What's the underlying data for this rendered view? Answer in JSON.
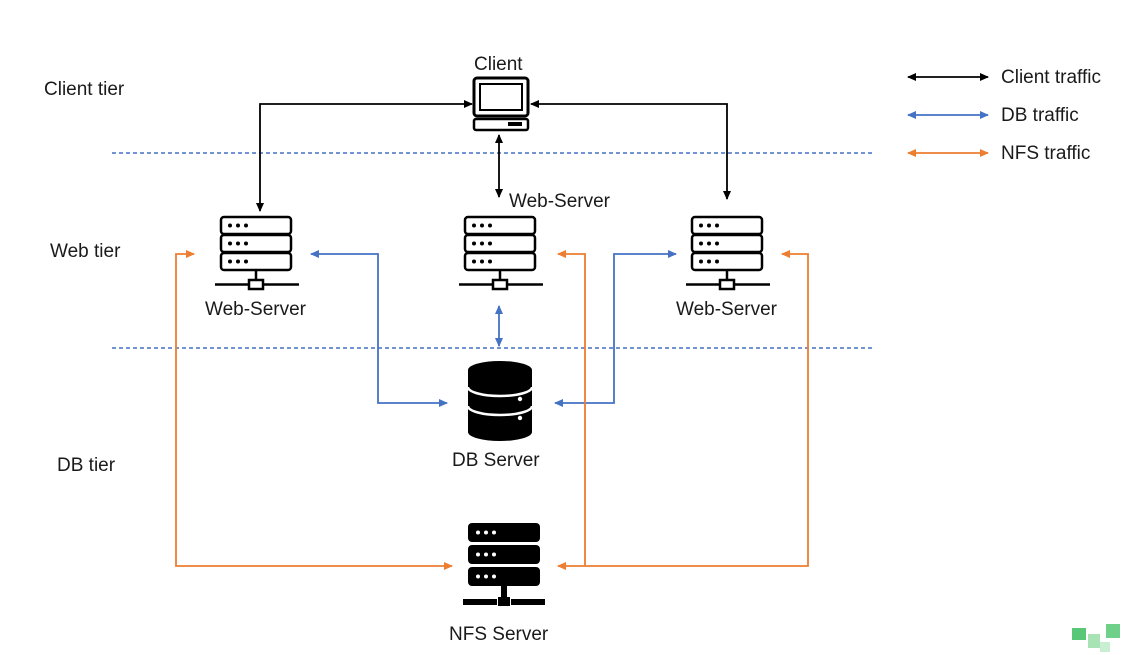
{
  "tiers": {
    "client": "Client tier",
    "web": "Web tier",
    "db": "DB tier"
  },
  "nodes": {
    "client": "Client",
    "web_left": "Web-Server",
    "web_center": "Web-Server",
    "web_right": "Web-Server",
    "db": "DB Server",
    "nfs": "NFS Server"
  },
  "legend": [
    {
      "label": "Client traffic",
      "color": "#000000"
    },
    {
      "label": "DB traffic",
      "color": "#4472c4"
    },
    {
      "label": "NFS traffic",
      "color": "#ed7d31"
    }
  ],
  "colors": {
    "client": "#000000",
    "db": "#4472c4",
    "nfs": "#ed7d31",
    "divider": "#4472c4"
  }
}
